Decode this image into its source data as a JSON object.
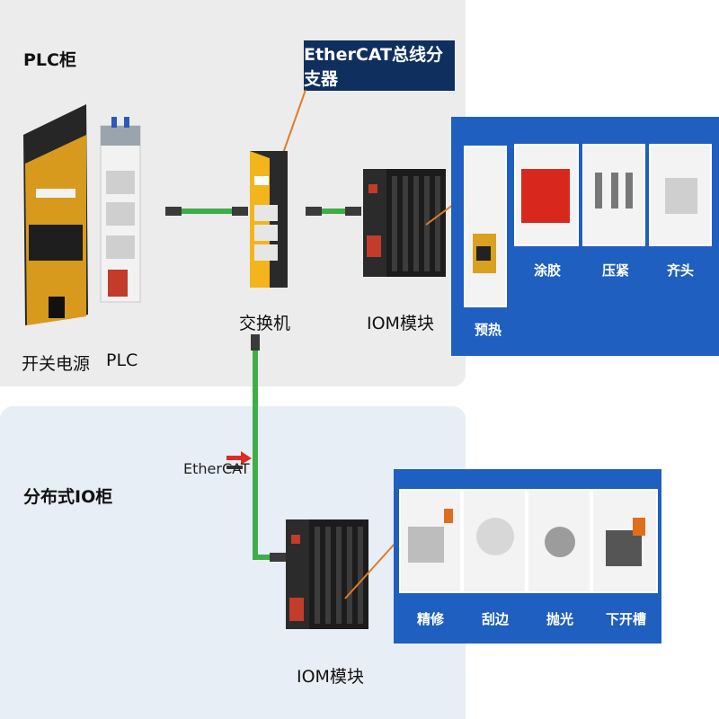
{
  "top_cabinet": {
    "title": "PLC柜",
    "callout": "EtherCAT总线分支器",
    "labels": {
      "power": "开关电源",
      "plc": "PLC",
      "switch": "交换机",
      "iom": "IOM模块"
    },
    "stations": [
      "预热",
      "涂胶",
      "压紧",
      "齐头"
    ]
  },
  "bottom_cabinet": {
    "title": "分布式IO柜",
    "protocol": "EtherCAT",
    "label_iom": "IOM模块",
    "stations": [
      "精修",
      "刮边",
      "抛光",
      "下开槽"
    ]
  },
  "colors": {
    "panel_blue": "#1f5fc0",
    "callout_navy": "#0f2f5e",
    "cable_green": "#3fae49",
    "switch_yellow": "#f3b51b"
  }
}
